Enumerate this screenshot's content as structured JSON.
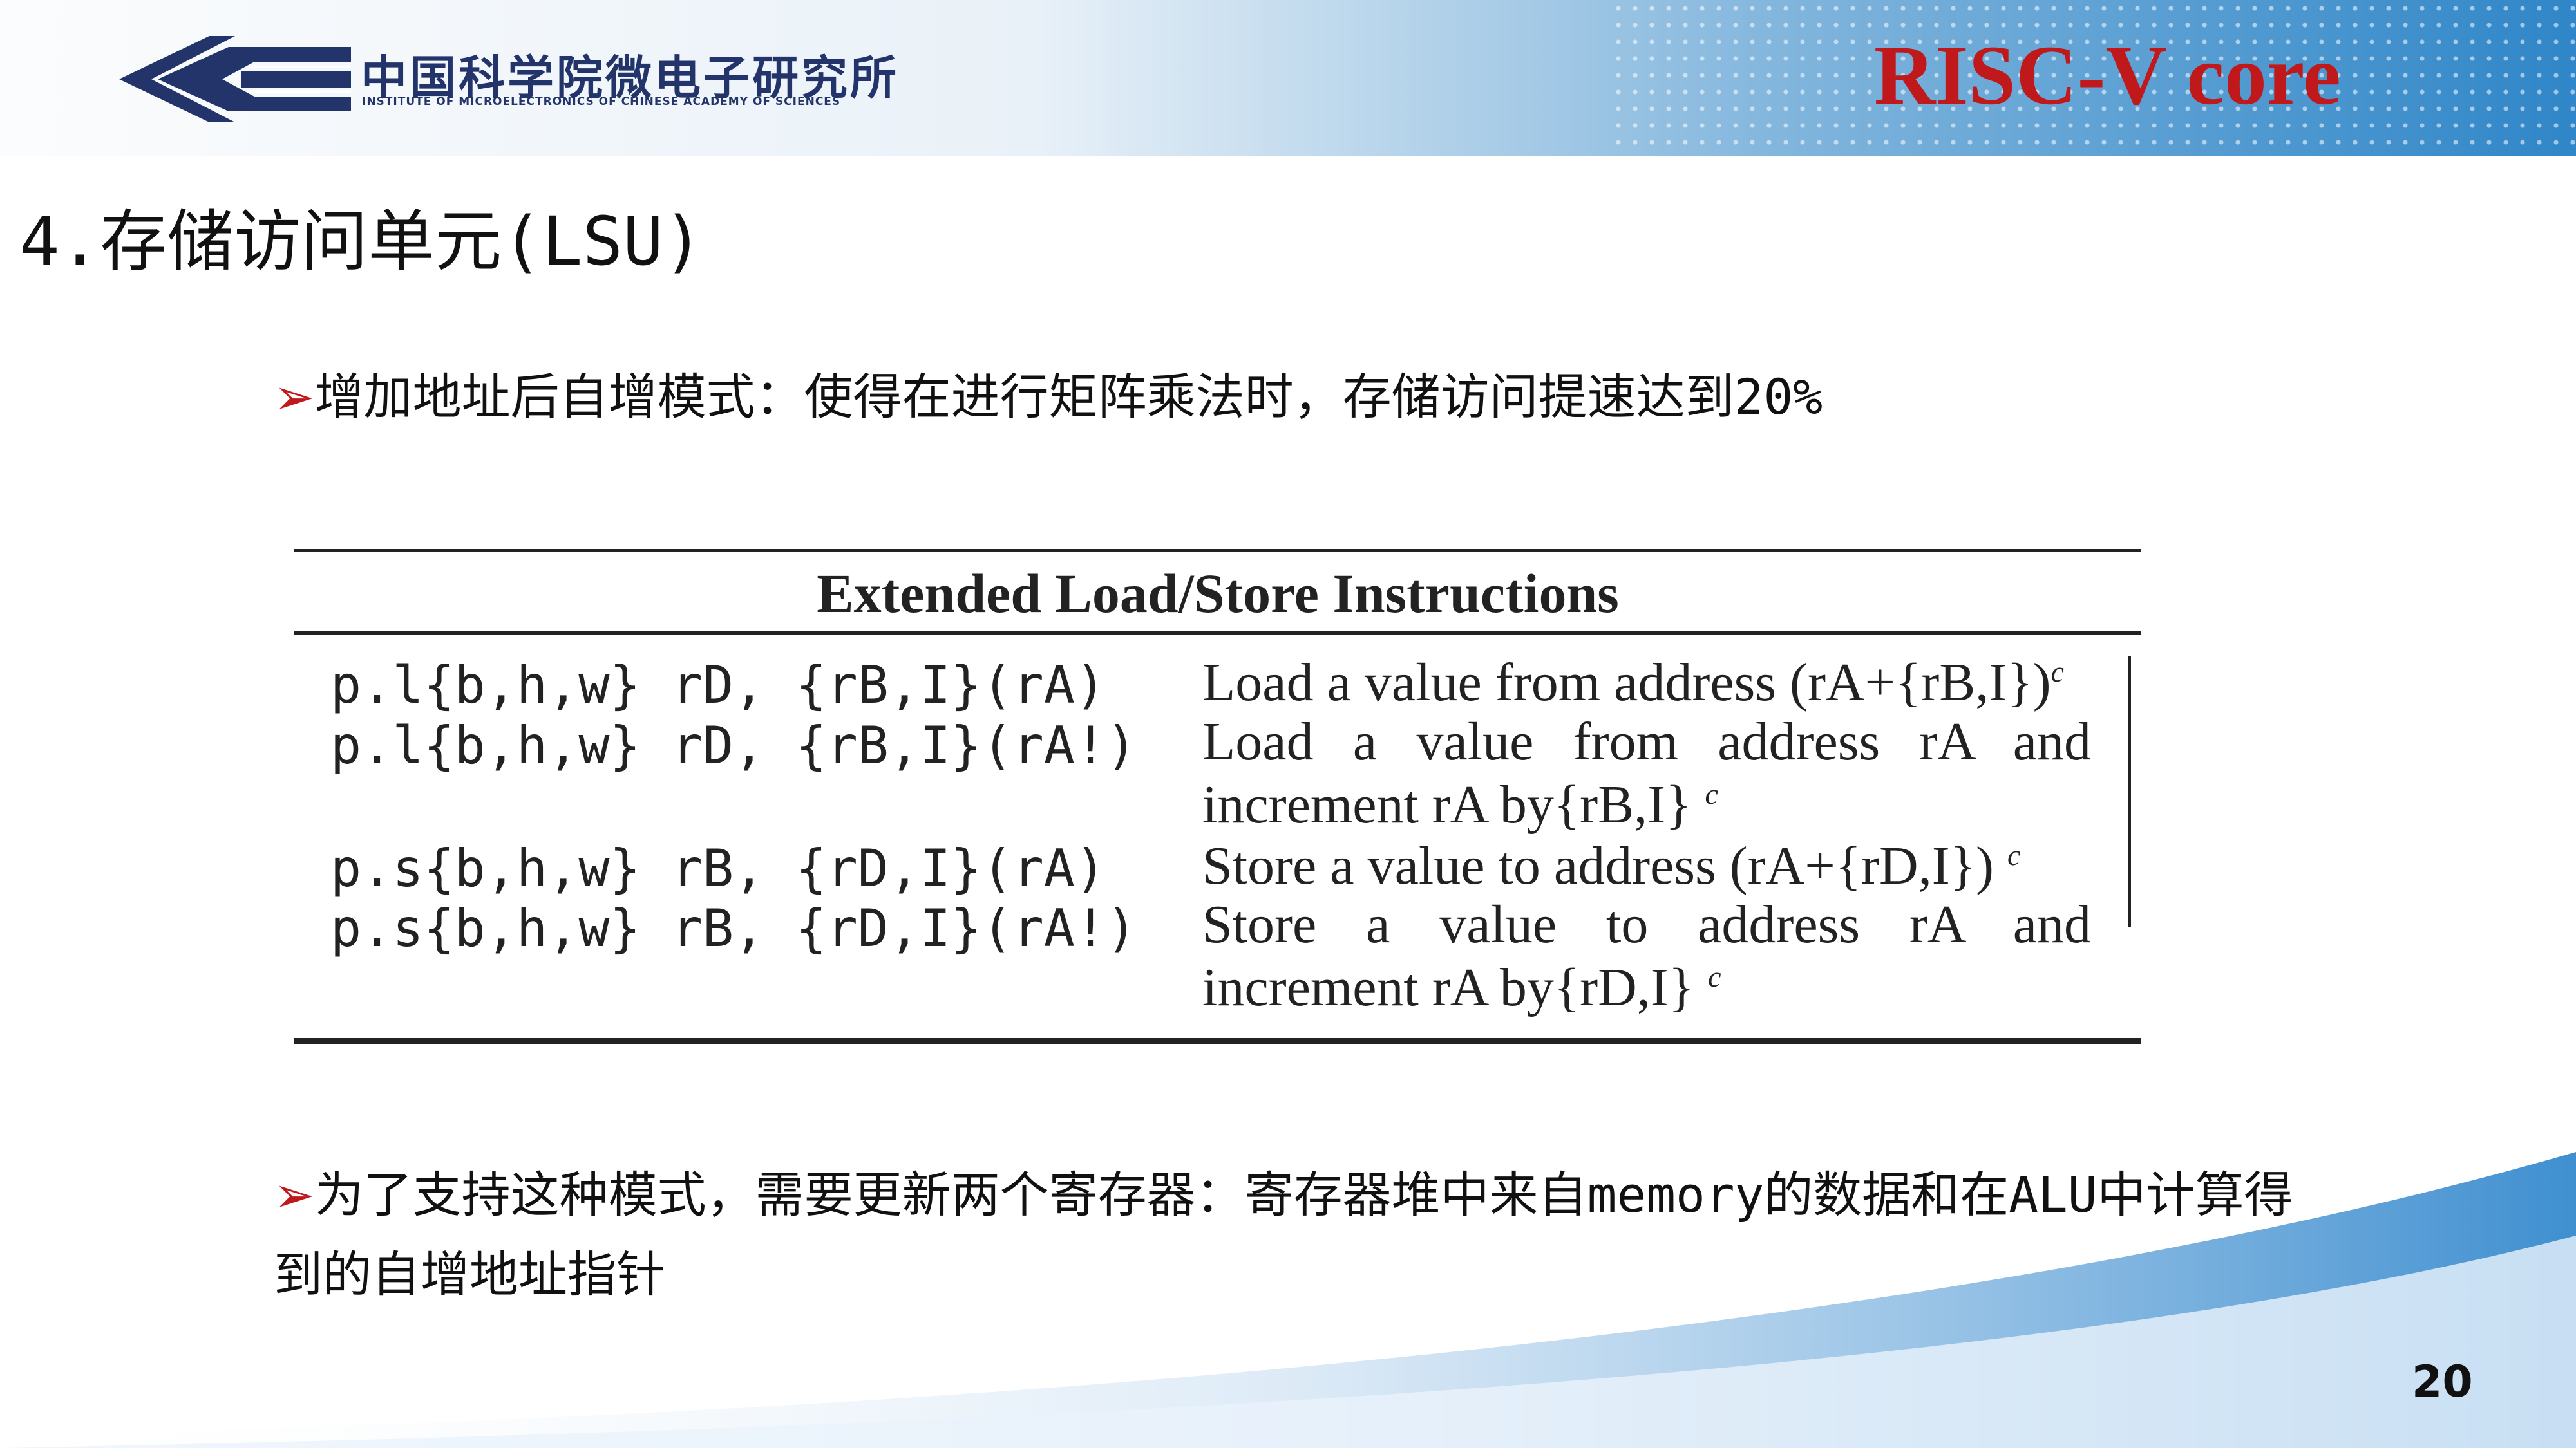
{
  "header": {
    "org_name_cn": "中国科学院微电子研究所",
    "org_name_en": "INSTITUTE OF MICROELECTRONICS OF CHINESE ACADEMY OF SCIENCES",
    "tag": "RISC-V core"
  },
  "section_title": "4.存储访问单元(LSU)",
  "bullets": [
    {
      "marker": "➢",
      "text": "增加地址后自增模式：使得在进行矩阵乘法时，存储访问提速达到20%"
    },
    {
      "marker": "➢",
      "text": "为了支持这种模式，需要更新两个寄存器：寄存器堆中来自memory的数据和在ALU中计算得到的自增地址指针"
    }
  ],
  "table": {
    "caption": "Extended Load/Store Instructions",
    "rows": [
      {
        "instr": "p.l{b,h,w} rD, {rB,I}(rA)",
        "desc": [
          "Load a value from address (rA+{rB,I})"
        ],
        "note": "c"
      },
      {
        "instr": "p.l{b,h,w} rD, {rB,I}(rA!)",
        "desc": [
          "Load a value from address rA and",
          "increment rA by{rB,I}"
        ],
        "note": "c"
      },
      {
        "instr": "p.s{b,h,w} rB, {rD,I}(rA)",
        "desc": [
          "Store a value to address (rA+{rD,I})"
        ],
        "note": "c"
      },
      {
        "instr": "p.s{b,h,w} rB, {rD,I}(rA!)",
        "desc": [
          "Store a value to address rA and",
          "increment rA by{rD,I}"
        ],
        "note": "c"
      }
    ]
  },
  "page_number": "20",
  "colors": {
    "accent_red": "#c0191c",
    "banner_blue": "#2f86c8",
    "org_navy": "#23346b"
  }
}
